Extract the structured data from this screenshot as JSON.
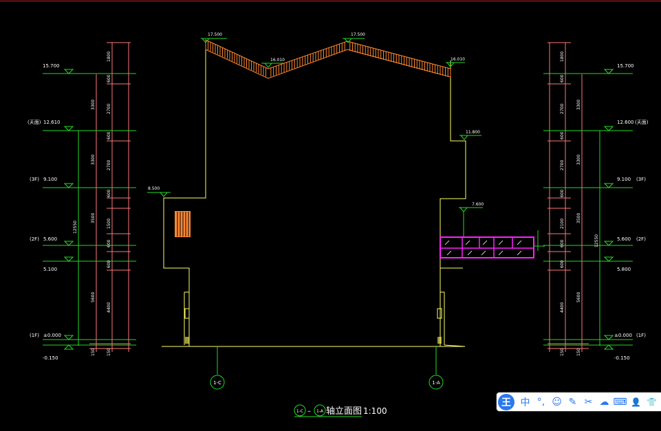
{
  "drawing": {
    "title_axis_a": "1-C",
    "title_axis_b": "1-A",
    "title_dash": "–",
    "title_name": "轴立面图",
    "title_scale": "1:100"
  },
  "roof": {
    "ridge_left": "17.500",
    "ridge_right": "17.500",
    "valley": "16.010",
    "eave_left": "17.500",
    "eave_right": "16.010"
  },
  "left_scale": {
    "level_15": "15.700",
    "level_12_tag": "(天面)",
    "level_12": "12.610",
    "level_9_tag": "(3F)",
    "level_9": "9.100",
    "level_5_tag": "(2F)",
    "level_5": "5.600",
    "level_5b": "5.100",
    "level_0_tag": "(1F)",
    "level_0": "±0.000",
    "level_neg": "-0.150",
    "total": "12550",
    "dims_outer": [
      "1800",
      "3300",
      "3300",
      "3500",
      "5600",
      "150"
    ],
    "dims_inner": [
      "600",
      "2700",
      "600",
      "2700",
      "600",
      "1500",
      "600",
      "600",
      "4400",
      "150"
    ]
  },
  "left_building": {
    "wing_level": "8.500"
  },
  "right_building": {
    "mid_level": "11.800",
    "canopy_level": "7.600"
  },
  "right_scale": {
    "level_15": "15.700",
    "level_12": "12.600",
    "level_12_tag": "(天面)",
    "level_9": "9.100",
    "level_9_tag": "(3F)",
    "level_5": "5.600",
    "level_5_tag": "(2F)",
    "level_5b": "5.800",
    "level_0": "±0.000",
    "level_0_tag": "(1F)",
    "level_neg": "-0.150",
    "total": "12550",
    "dims_outer": [
      "1800",
      "3300",
      "3300",
      "3500",
      "5600",
      "150"
    ],
    "dims_inner": [
      "600",
      "2700",
      "600",
      "2700",
      "600",
      "2100",
      "600",
      "600",
      "4400",
      "150"
    ]
  },
  "axes": {
    "left": "1-C",
    "right": "1-A"
  },
  "ime": {
    "logo": "王",
    "mode": "中",
    "punct": "°,",
    "emoji_icon": "☺",
    "pen_icon": "✎",
    "scissors_icon": "✂",
    "cloud_icon": "☁",
    "keyboard_icon": "⌨",
    "user_icon": "👤",
    "shirt_icon": "👕"
  },
  "colors": {
    "background": "#000000",
    "building_line": "#ffff66",
    "dim_line": "#ff7777",
    "level_line": "#22dd22",
    "roof": "#ff8833",
    "glass": "#ff22ff",
    "text": "#ffffff"
  }
}
